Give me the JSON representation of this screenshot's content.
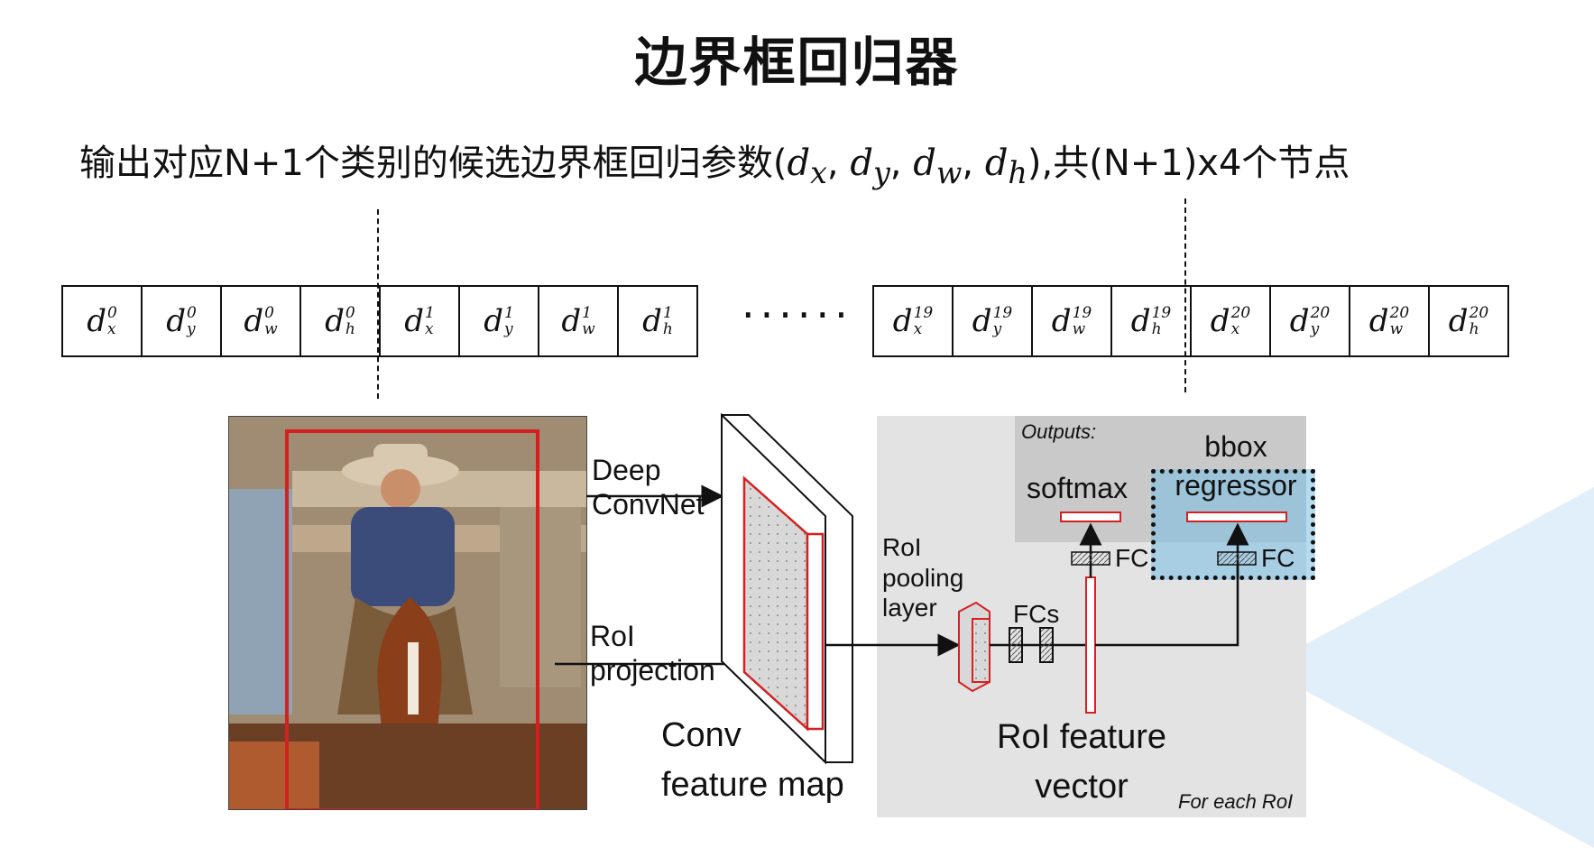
{
  "title": "边界框回归器",
  "subtitle": {
    "prefix": "输出对应N+1个类别的候选边界框回归参数(",
    "params": [
      "d",
      "x",
      "d",
      "y",
      "d",
      "w",
      "d",
      "h"
    ],
    "suffix": "),共(N+1)x4个节点"
  },
  "param_cells": {
    "left": [
      {
        "sub": "x",
        "sup": "0"
      },
      {
        "sub": "y",
        "sup": "0"
      },
      {
        "sub": "w",
        "sup": "0"
      },
      {
        "sub": "h",
        "sup": "0"
      },
      {
        "sub": "x",
        "sup": "1"
      },
      {
        "sub": "y",
        "sup": "1"
      },
      {
        "sub": "w",
        "sup": "1"
      },
      {
        "sub": "h",
        "sup": "1"
      }
    ],
    "right": [
      {
        "sub": "x",
        "sup": "19"
      },
      {
        "sub": "y",
        "sup": "19"
      },
      {
        "sub": "w",
        "sup": "19"
      },
      {
        "sub": "h",
        "sup": "19"
      },
      {
        "sub": "x",
        "sup": "20"
      },
      {
        "sub": "y",
        "sup": "20"
      },
      {
        "sub": "w",
        "sup": "20"
      },
      {
        "sub": "h",
        "sup": "20"
      }
    ],
    "ellipsis": "······"
  },
  "diagram": {
    "deep_convnet": "Deep\nConvNet",
    "roi_projection": "RoI\nprojection",
    "conv_feature_map": "Conv\nfeature map",
    "roi_pooling_layer": "RoI\npooling\nlayer",
    "fcs": "FCs",
    "roi_feature_vector": "RoI feature\nvector",
    "outputs": "Outputs:",
    "softmax": "softmax",
    "bbox_regressor": "bbox\nregressor",
    "fc1": "FC",
    "fc2": "FC",
    "for_each_roi": "For each RoI"
  },
  "colors": {
    "red": "#d42020",
    "bbox_highlight": "#78bee6"
  }
}
